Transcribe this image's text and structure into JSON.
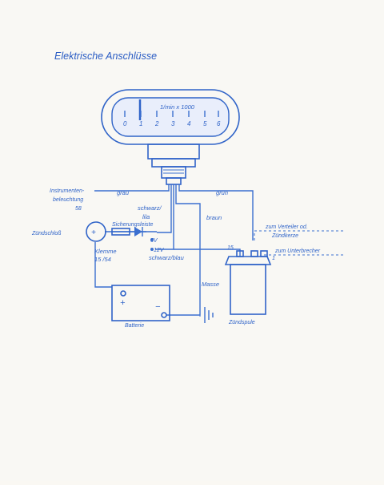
{
  "title": "Elektrische Anschlüsse",
  "gauge": {
    "scale_label": "1/min x 1000",
    "ticks": [
      "0",
      "1",
      "2",
      "3",
      "4",
      "5",
      "6"
    ]
  },
  "labels": {
    "instrument_light": "Instrumenten-",
    "instrument_light_2": "beleuchtung",
    "instrument_light_3": "58",
    "grau": "grau",
    "gruen": "grün",
    "schwarz_lila": "schwarz/",
    "schwarz_lila_2": "lila",
    "braun": "braun",
    "zuendschloss": "Zündschloß",
    "sicherungsleiste": "Sicherungsleiste",
    "v6": "6V",
    "v12": "12V",
    "schwarz_blau": "schwarz/blau",
    "klemme": "Klemme",
    "klemme_2": "15 /54",
    "masse": "Masse",
    "batterie": "Batterie",
    "plus": "+",
    "minus": "−",
    "verteiler": "zum Verteiler od.",
    "verteiler_2": "Zündkerze",
    "unterbrecher": "zum Unterbrecher",
    "t15": "15",
    "t1": "1",
    "zuendspule": "Zündspule"
  },
  "colors": {
    "ink": "#2f63c8",
    "paper": "#f9f8f4"
  }
}
